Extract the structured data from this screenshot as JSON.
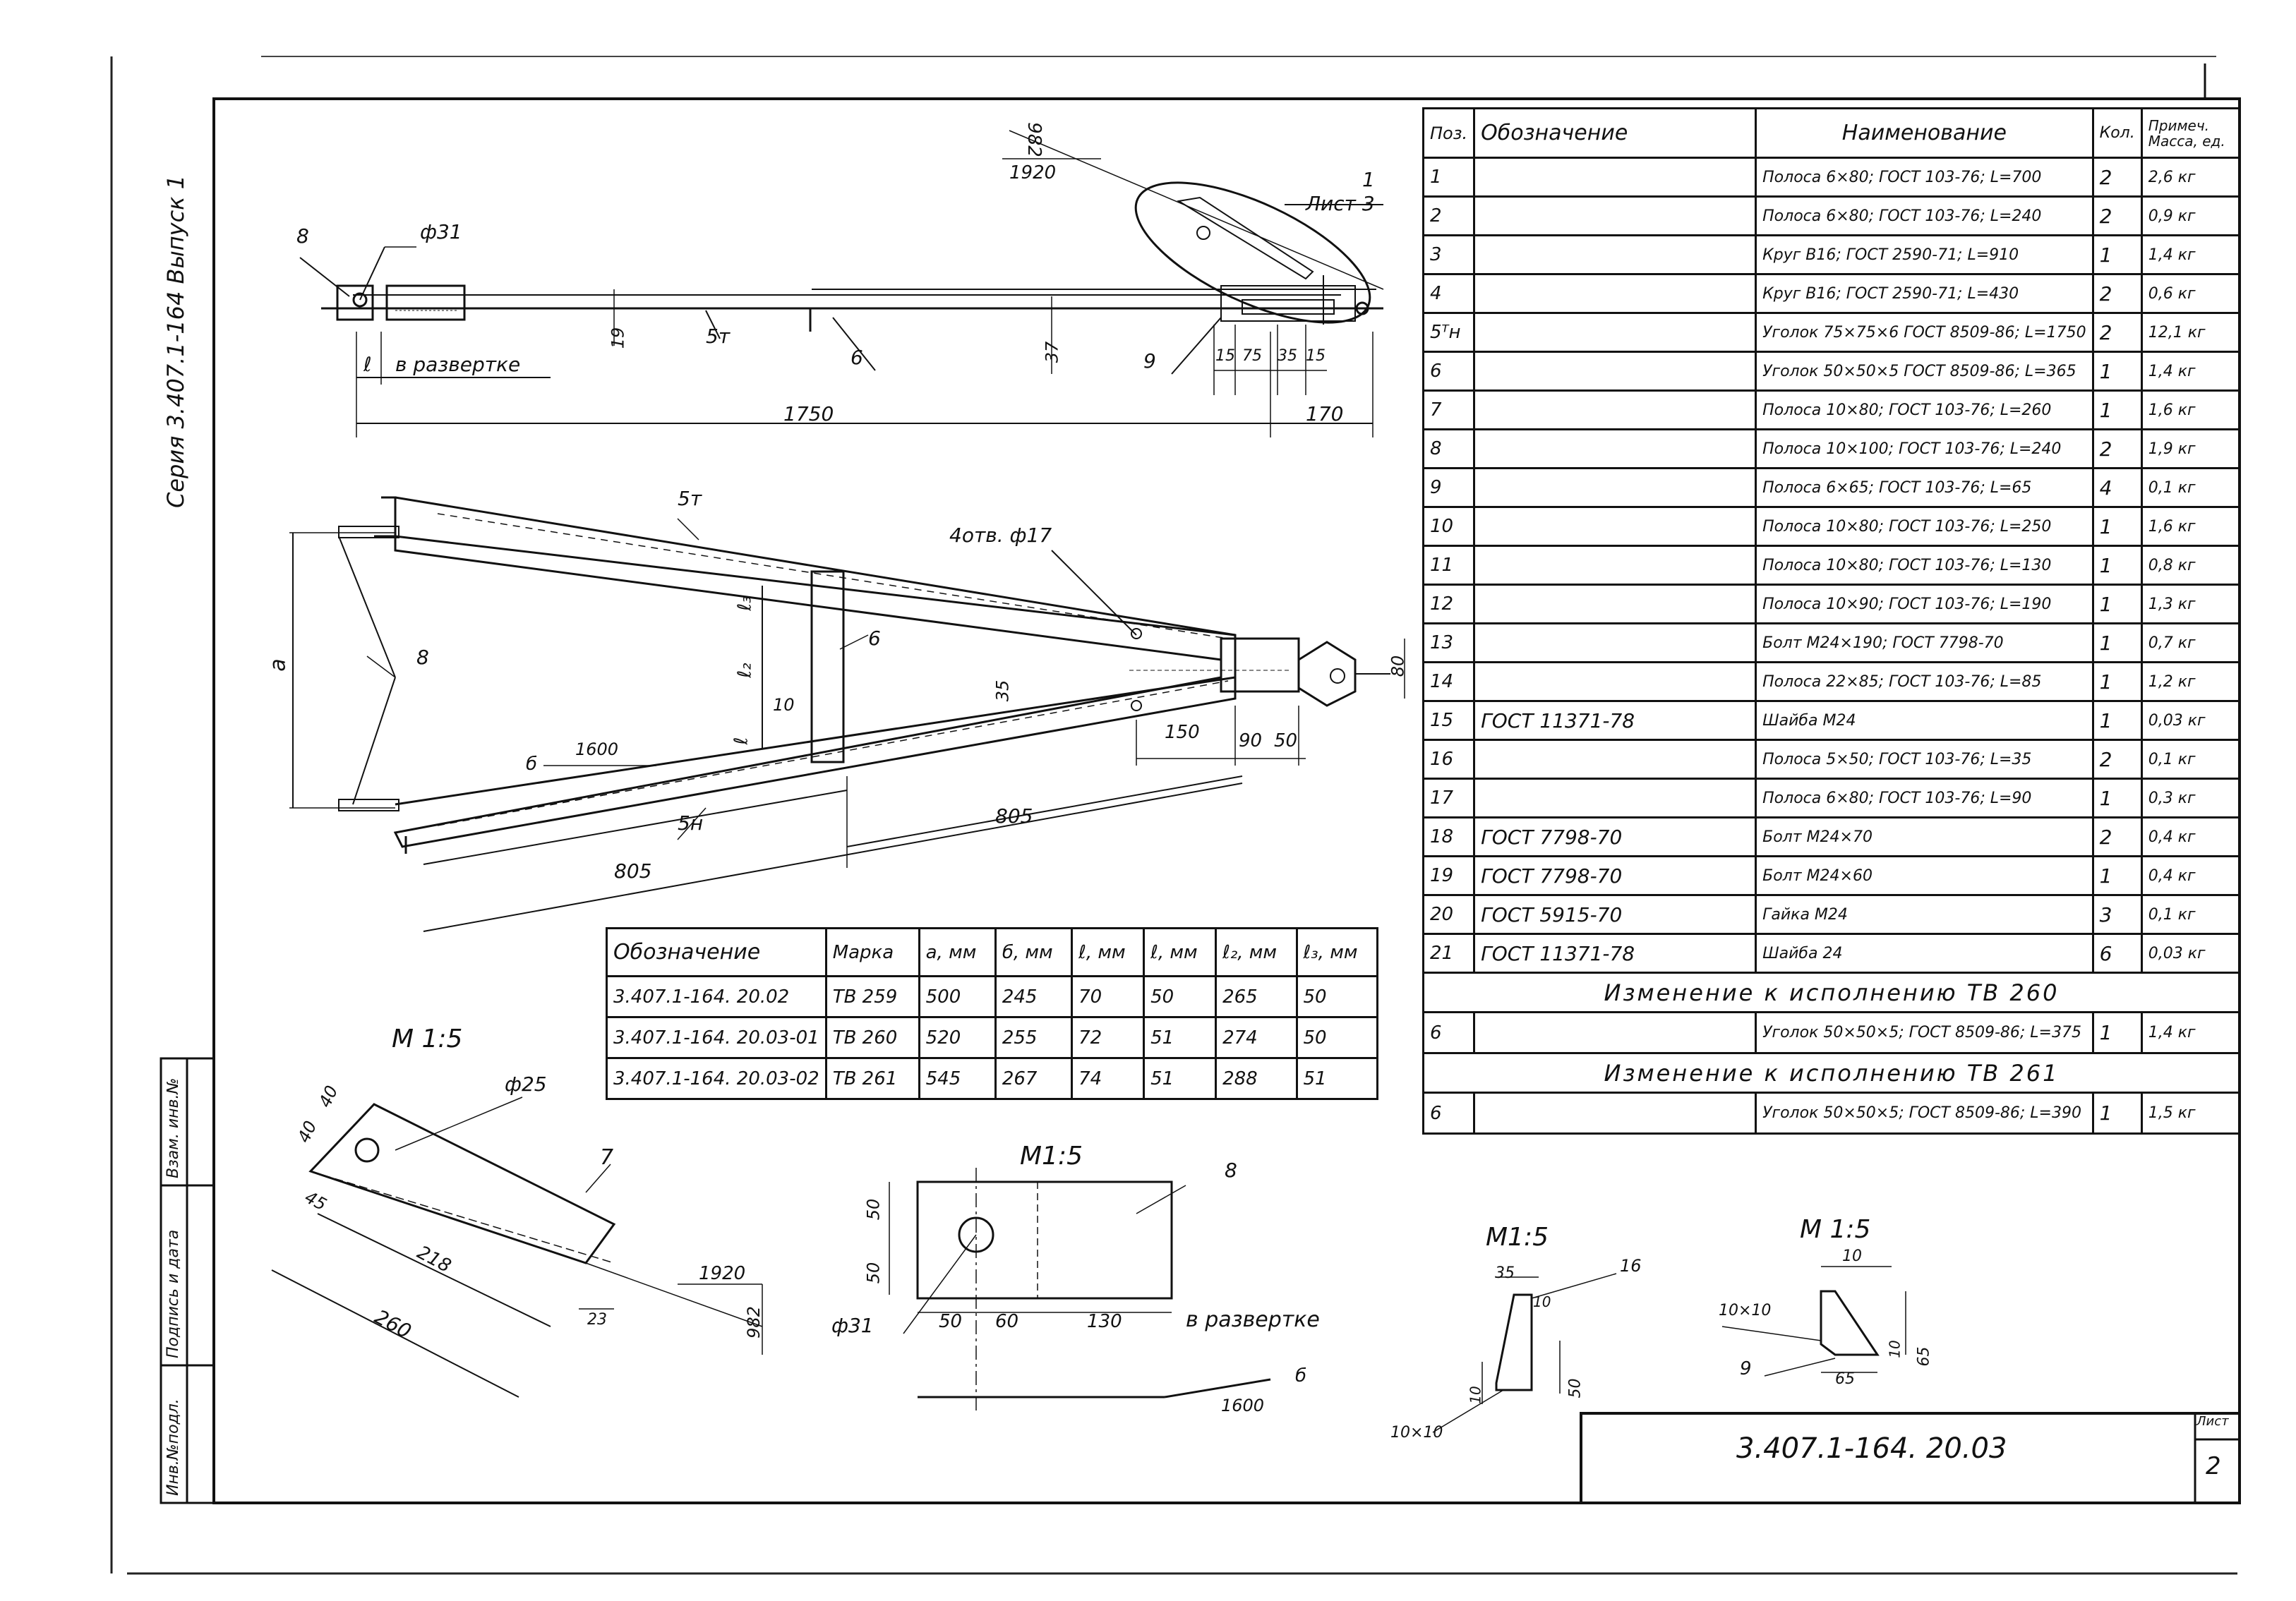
{
  "series_label": "Серия 3.407.1-164 Выпуск 1",
  "sheet_ref_text": "Лист 3",
  "scales": [
    "М 1:5",
    "М1:5",
    "М1:5",
    "М 1:5"
  ],
  "top_view": {
    "dims": [
      "982",
      "1920",
      "ф31",
      "в развертке",
      "1750",
      "170",
      "19",
      "37",
      "15",
      "75",
      "35",
      "15"
    ],
    "pos_labels": [
      "8",
      "5т",
      "6",
      "9",
      "1",
      "ℓ"
    ]
  },
  "plan_view": {
    "labels": [
      "5т",
      "4отв. ф17",
      "6",
      "8",
      "а",
      "ℓ₃",
      "ℓ₂",
      "10",
      "ℓ",
      "35",
      "б",
      "1600",
      "5н",
      "150",
      "90",
      "50",
      "80",
      "805",
      "805"
    ]
  },
  "variants_table": {
    "headers": [
      "Обозначение",
      "Марка",
      "а, мм",
      "б, мм",
      "ℓ, мм",
      "ℓ, мм",
      "ℓ₂, мм",
      "ℓ₃, мм"
    ],
    "rows": [
      [
        "3.407.1-164. 20.02",
        "ТВ 259",
        "500",
        "245",
        "70",
        "50",
        "265",
        "50"
      ],
      [
        "3.407.1-164. 20.03-01",
        "ТВ 260",
        "520",
        "255",
        "72",
        "51",
        "274",
        "50"
      ],
      [
        "3.407.1-164. 20.03-02",
        "ТВ 261",
        "545",
        "267",
        "74",
        "51",
        "288",
        "51"
      ]
    ]
  },
  "detail7": {
    "labels": [
      "ф25",
      "40",
      "40",
      "7",
      "45",
      "218",
      "260",
      "23",
      "1920",
      "982"
    ]
  },
  "detail8": {
    "labels": [
      "8",
      "50",
      "50",
      "ф31",
      "50",
      "60",
      "130",
      "в развертке",
      "б",
      "1600"
    ]
  },
  "detail16": {
    "labels": [
      "35",
      "16",
      "10",
      "10",
      "50",
      "10×10"
    ]
  },
  "detail9": {
    "labels": [
      "10",
      "10×10",
      "10",
      "65",
      "9",
      "65"
    ]
  },
  "spec": {
    "headers": [
      "Поз.",
      "Обозначение",
      "Наименование",
      "Кол.",
      "Примеч. Масса, ед."
    ],
    "rows": [
      [
        "1",
        "",
        "Полоса 6×80; ГОСТ 103-76; L=700",
        "2",
        "2,6 кг"
      ],
      [
        "2",
        "",
        "Полоса 6×80; ГОСТ 103-76; L=240",
        "2",
        "0,9 кг"
      ],
      [
        "3",
        "",
        "Круг В16; ГОСТ 2590-71; L=910",
        "1",
        "1,4 кг"
      ],
      [
        "4",
        "",
        "Круг В16; ГОСТ 2590-71; L=430",
        "2",
        "0,6 кг"
      ],
      [
        "5ᵀн",
        "",
        "Уголок 75×75×6 ГОСТ 8509-86; L=1750",
        "2",
        "12,1 кг"
      ],
      [
        "6",
        "",
        "Уголок 50×50×5 ГОСТ 8509-86; L=365",
        "1",
        "1,4 кг"
      ],
      [
        "7",
        "",
        "Полоса 10×80; ГОСТ 103-76; L=260",
        "1",
        "1,6 кг"
      ],
      [
        "8",
        "",
        "Полоса 10×100; ГОСТ 103-76; L=240",
        "2",
        "1,9 кг"
      ],
      [
        "9",
        "",
        "Полоса 6×65; ГОСТ 103-76; L=65",
        "4",
        "0,1 кг"
      ],
      [
        "10",
        "",
        "Полоса 10×80; ГОСТ 103-76; L=250",
        "1",
        "1,6 кг"
      ],
      [
        "11",
        "",
        "Полоса 10×80; ГОСТ 103-76; L=130",
        "1",
        "0,8 кг"
      ],
      [
        "12",
        "",
        "Полоса 10×90; ГОСТ 103-76; L=190",
        "1",
        "1,3 кг"
      ],
      [
        "13",
        "",
        "Болт М24×190; ГОСТ 7798-70",
        "1",
        "0,7 кг"
      ],
      [
        "14",
        "",
        "Полоса 22×85; ГОСТ 103-76; L=85",
        "1",
        "1,2 кг"
      ],
      [
        "15",
        "ГОСТ 11371-78",
        "Шайба М24",
        "1",
        "0,03 кг"
      ],
      [
        "16",
        "",
        "Полоса 5×50; ГОСТ 103-76; L=35",
        "2",
        "0,1 кг"
      ],
      [
        "17",
        "",
        "Полоса 6×80; ГОСТ 103-76; L=90",
        "1",
        "0,3 кг"
      ],
      [
        "18",
        "ГОСТ 7798-70",
        "Болт М24×70",
        "2",
        "0,4 кг"
      ],
      [
        "19",
        "ГОСТ 7798-70",
        "Болт М24×60",
        "1",
        "0,4 кг"
      ],
      [
        "20",
        "ГОСТ 5915-70",
        "Гайка М24",
        "3",
        "0,1 кг"
      ],
      [
        "21",
        "ГОСТ 11371-78",
        "Шайба 24",
        "6",
        "0,03 кг"
      ]
    ],
    "change1": {
      "title": "Изменение к исполнению ТВ 260",
      "row": [
        "6",
        "",
        "Уголок 50×50×5; ГОСТ 8509-86; L=375",
        "1",
        "1,4 кг"
      ]
    },
    "change2": {
      "title": "Изменение к исполнению ТВ 261",
      "row": [
        "6",
        "",
        "Уголок 50×50×5; ГОСТ 8509-86; L=390",
        "1",
        "1,5 кг"
      ]
    }
  },
  "title_block": {
    "doc_code": "3.407.1-164. 20.03",
    "sheet_label": "Лист",
    "sheet_no": "2"
  },
  "side_stamp": [
    "Взам. инв.№",
    "Подпись и дата",
    "Инв.№подл."
  ]
}
